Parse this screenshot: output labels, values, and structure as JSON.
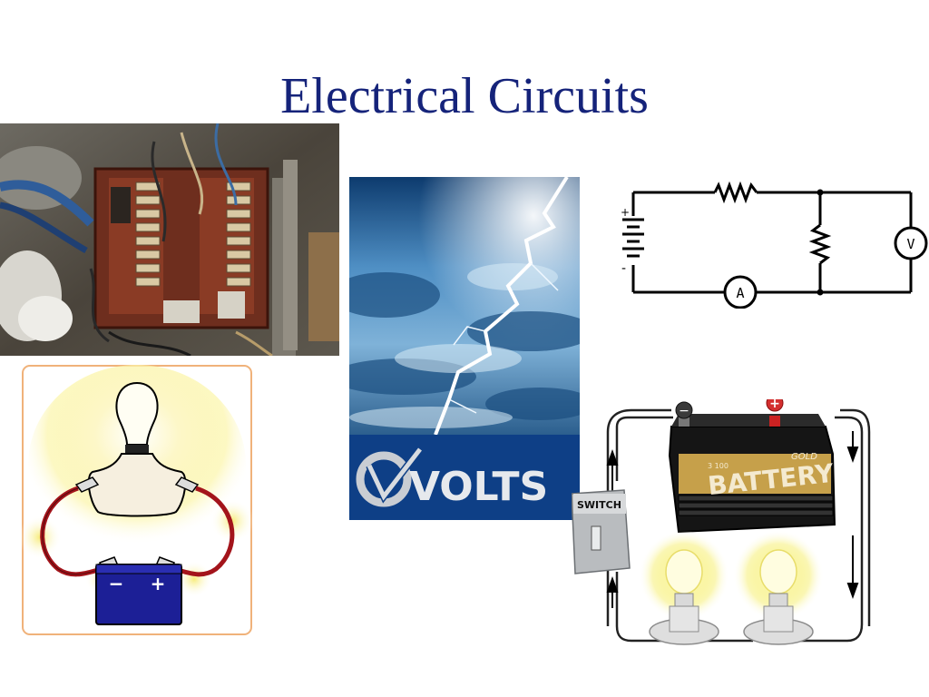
{
  "slide": {
    "title": "Electrical Circuits"
  },
  "volts_poster": {
    "brand_text": "VOLTS"
  },
  "schematic": {
    "battery_plus": "+",
    "battery_minus": "-",
    "ammeter_label": "A",
    "voltmeter_label": "V"
  },
  "bulb_battery": {
    "battery_minus": "−",
    "battery_plus": "+"
  },
  "series_circuit": {
    "switch_label": "SWITCH",
    "battery_label": "BATTERY",
    "battery_gold": "GOLD",
    "battery_small": "3 100",
    "terminal_minus": "−",
    "terminal_plus": "+"
  },
  "colors": {
    "title": "#15237a",
    "volts_band": "#0e3f86",
    "battery_blue": "#1c1f96",
    "cable_red": "#a3141b",
    "glow": "#fbf39a"
  }
}
